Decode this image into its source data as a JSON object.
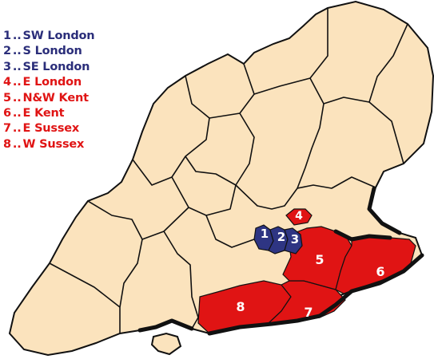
{
  "colors": {
    "land": "#fbe3bd",
    "border": "#111111",
    "london_blue": "#2e3583",
    "highlight_red": "#e01414",
    "legend_blue": "#2b2e7a",
    "legend_red": "#e01414",
    "label_text": "#ffffff"
  },
  "legend": [
    {
      "number": "1",
      "separator": "..",
      "name": "SW London",
      "color": "blue"
    },
    {
      "number": "2",
      "separator": "..",
      "name": "S London",
      "color": "blue"
    },
    {
      "number": "3",
      "separator": "..",
      "name": "SE London",
      "color": "blue"
    },
    {
      "number": "4",
      "separator": "..",
      "name": "E London",
      "color": "red"
    },
    {
      "number": "5",
      "separator": "..",
      "name": "N&W Kent",
      "color": "red"
    },
    {
      "number": "6",
      "separator": "..",
      "name": "E Kent",
      "color": "red"
    },
    {
      "number": "7",
      "separator": "..",
      "name": "E Sussex",
      "color": "red"
    },
    {
      "number": "8",
      "separator": "..",
      "name": "W Sussex",
      "color": "red"
    }
  ],
  "region_labels": [
    "1",
    "2",
    "3",
    "4",
    "5",
    "6",
    "7",
    "8"
  ]
}
